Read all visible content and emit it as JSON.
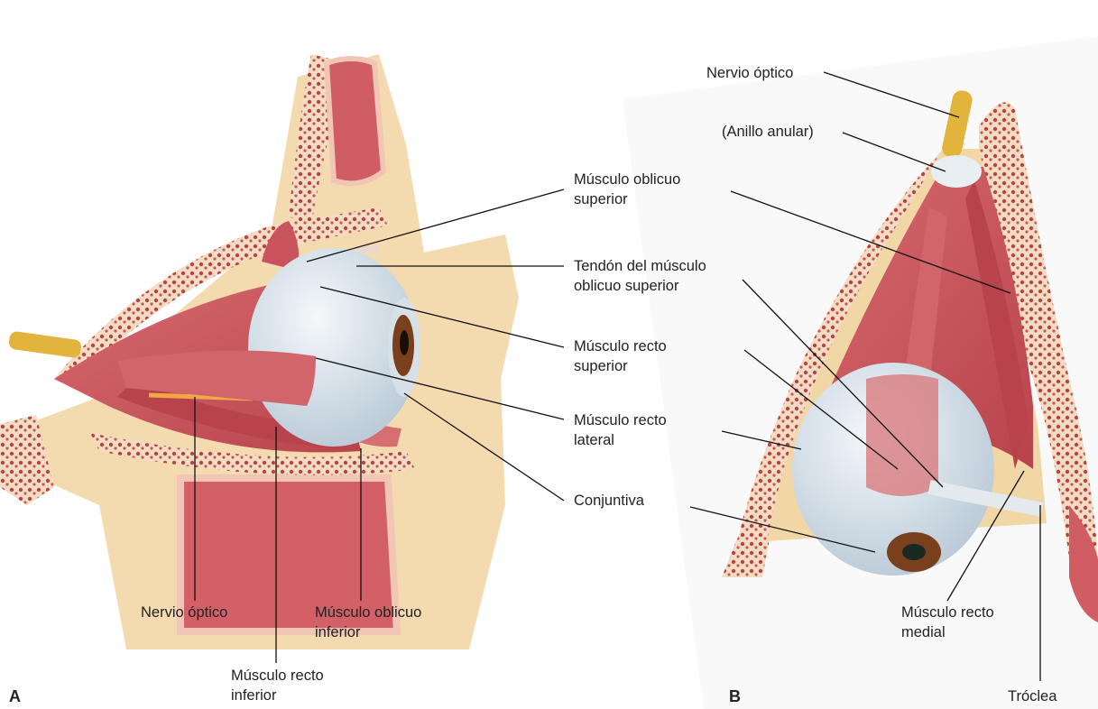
{
  "panels": {
    "a": {
      "letter": "A"
    },
    "b": {
      "letter": "B"
    }
  },
  "labels_a": {
    "superior_oblique": "Músculo oblicuo\nsuperior",
    "superior_oblique_tendon": "Tendón del músculo\noblicuo superior",
    "superior_rectus": "Músculo recto\nsuperior",
    "lateral_rectus": "Músculo recto\nlateral",
    "conjunctiva": "Conjuntiva",
    "optic_nerve": "Nervio óptico",
    "inferior_oblique": "Músculo oblicuo\ninferior",
    "inferior_rectus": "Músculo recto\ninferior"
  },
  "labels_b": {
    "optic_nerve": "Nervio óptico",
    "annulus": "(Anillo anular)",
    "medial_rectus": "Músculo recto\nmedial",
    "trochlea": "Tróclea"
  },
  "colors": {
    "muscle": "#c9545e",
    "muscle_light": "#e7a2a4",
    "bone": "#f2d7a6",
    "bone_dots": "#b8463f",
    "fat": "#f5e6b8",
    "sclera": "#dfe8ee",
    "iris": "#7a3f1c",
    "nerve": "#e2b43c",
    "leader_line": "#111111"
  }
}
